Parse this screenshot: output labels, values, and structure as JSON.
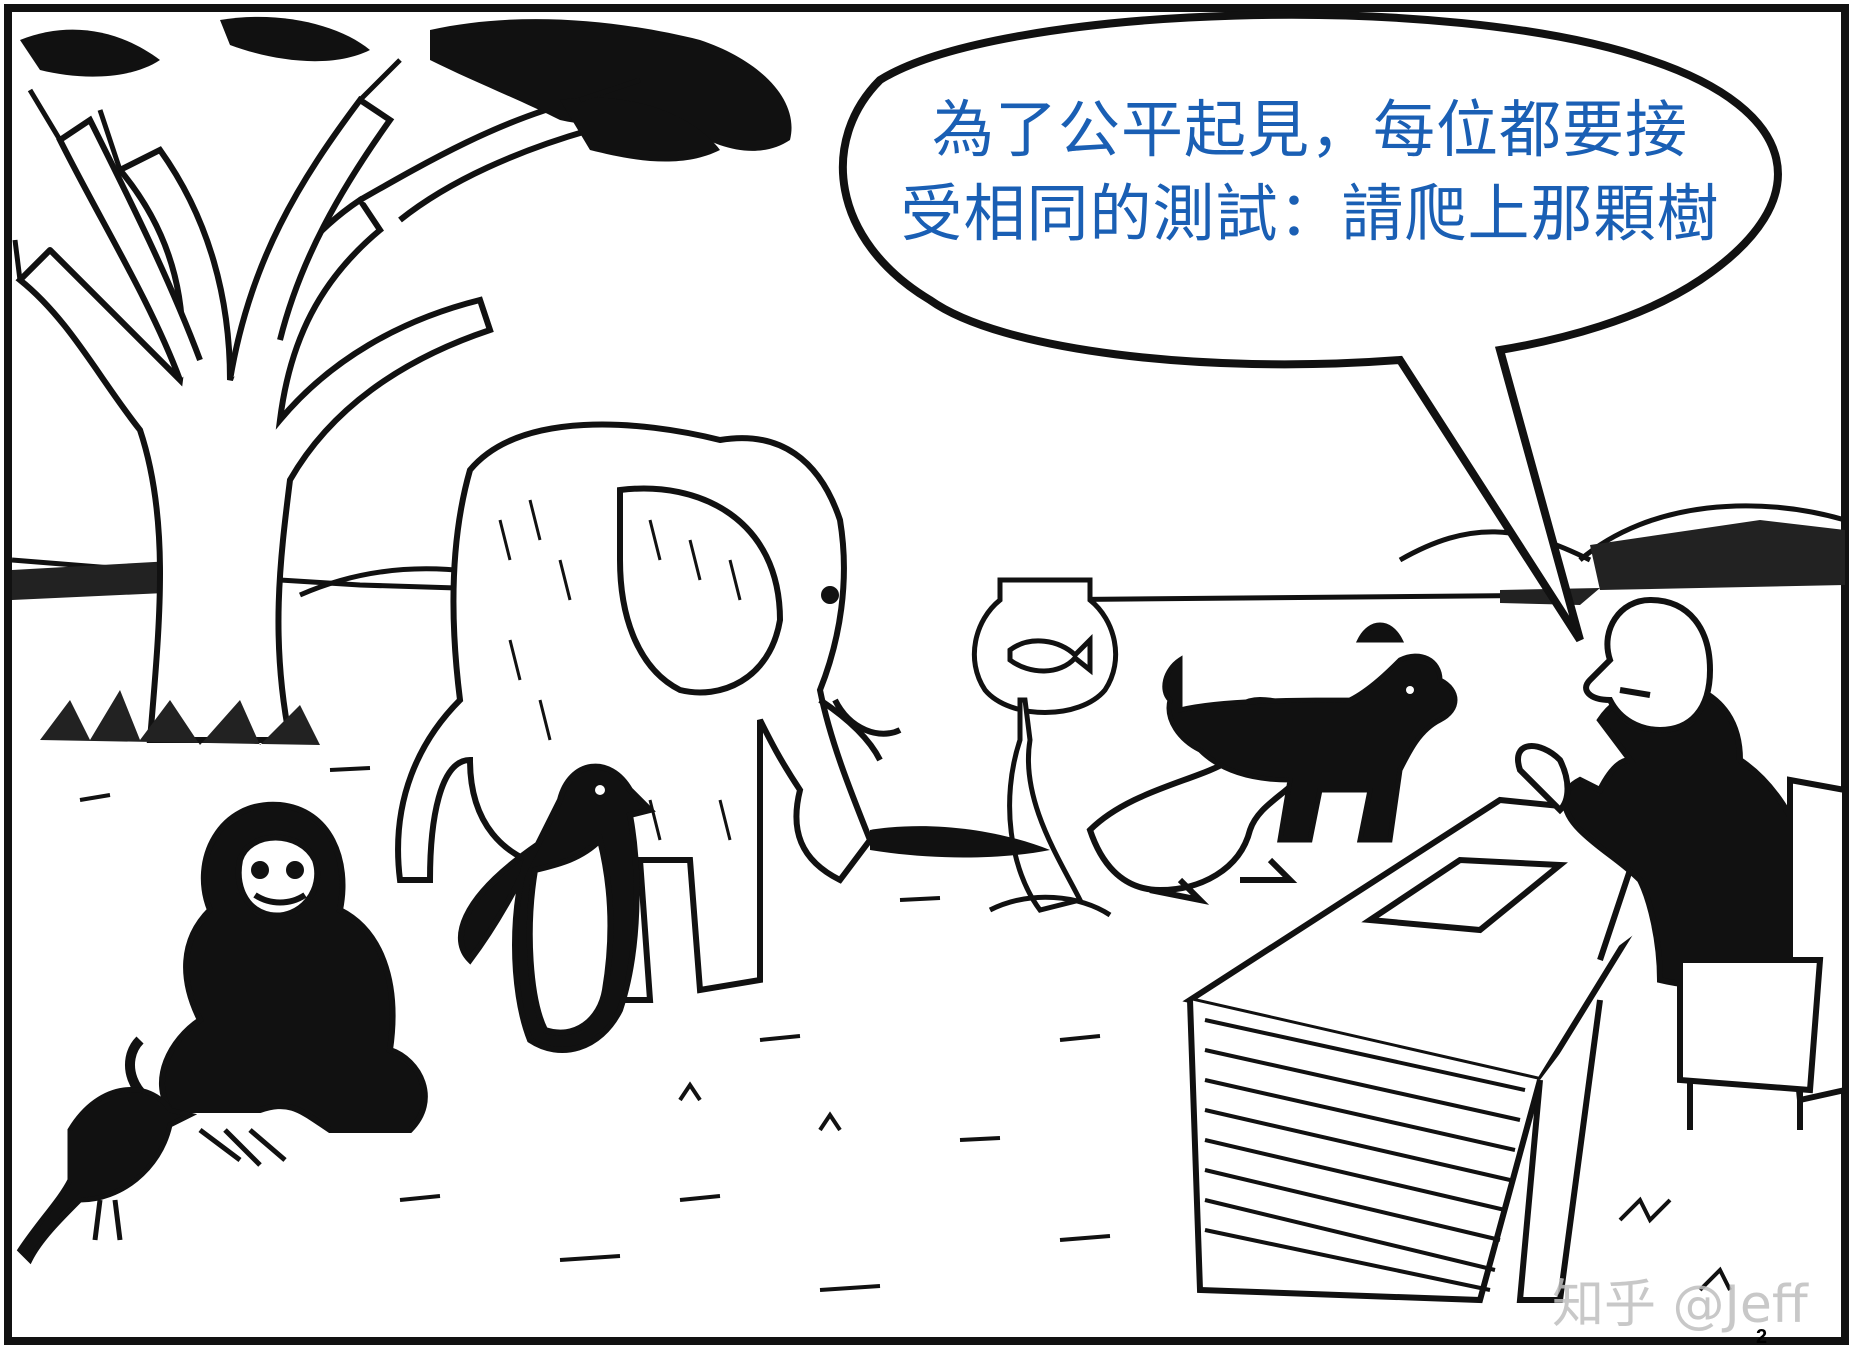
{
  "speech_bubble": {
    "line_1": "為了公平起見，每位都要接",
    "line_2": "受相同的測試：請爬上那顆樹"
  },
  "watermark": "知乎 @Jeff",
  "page_number": "2",
  "colors": {
    "caption_text": "#1a5fb4",
    "ink": "#111111",
    "paper": "#ffffff"
  }
}
